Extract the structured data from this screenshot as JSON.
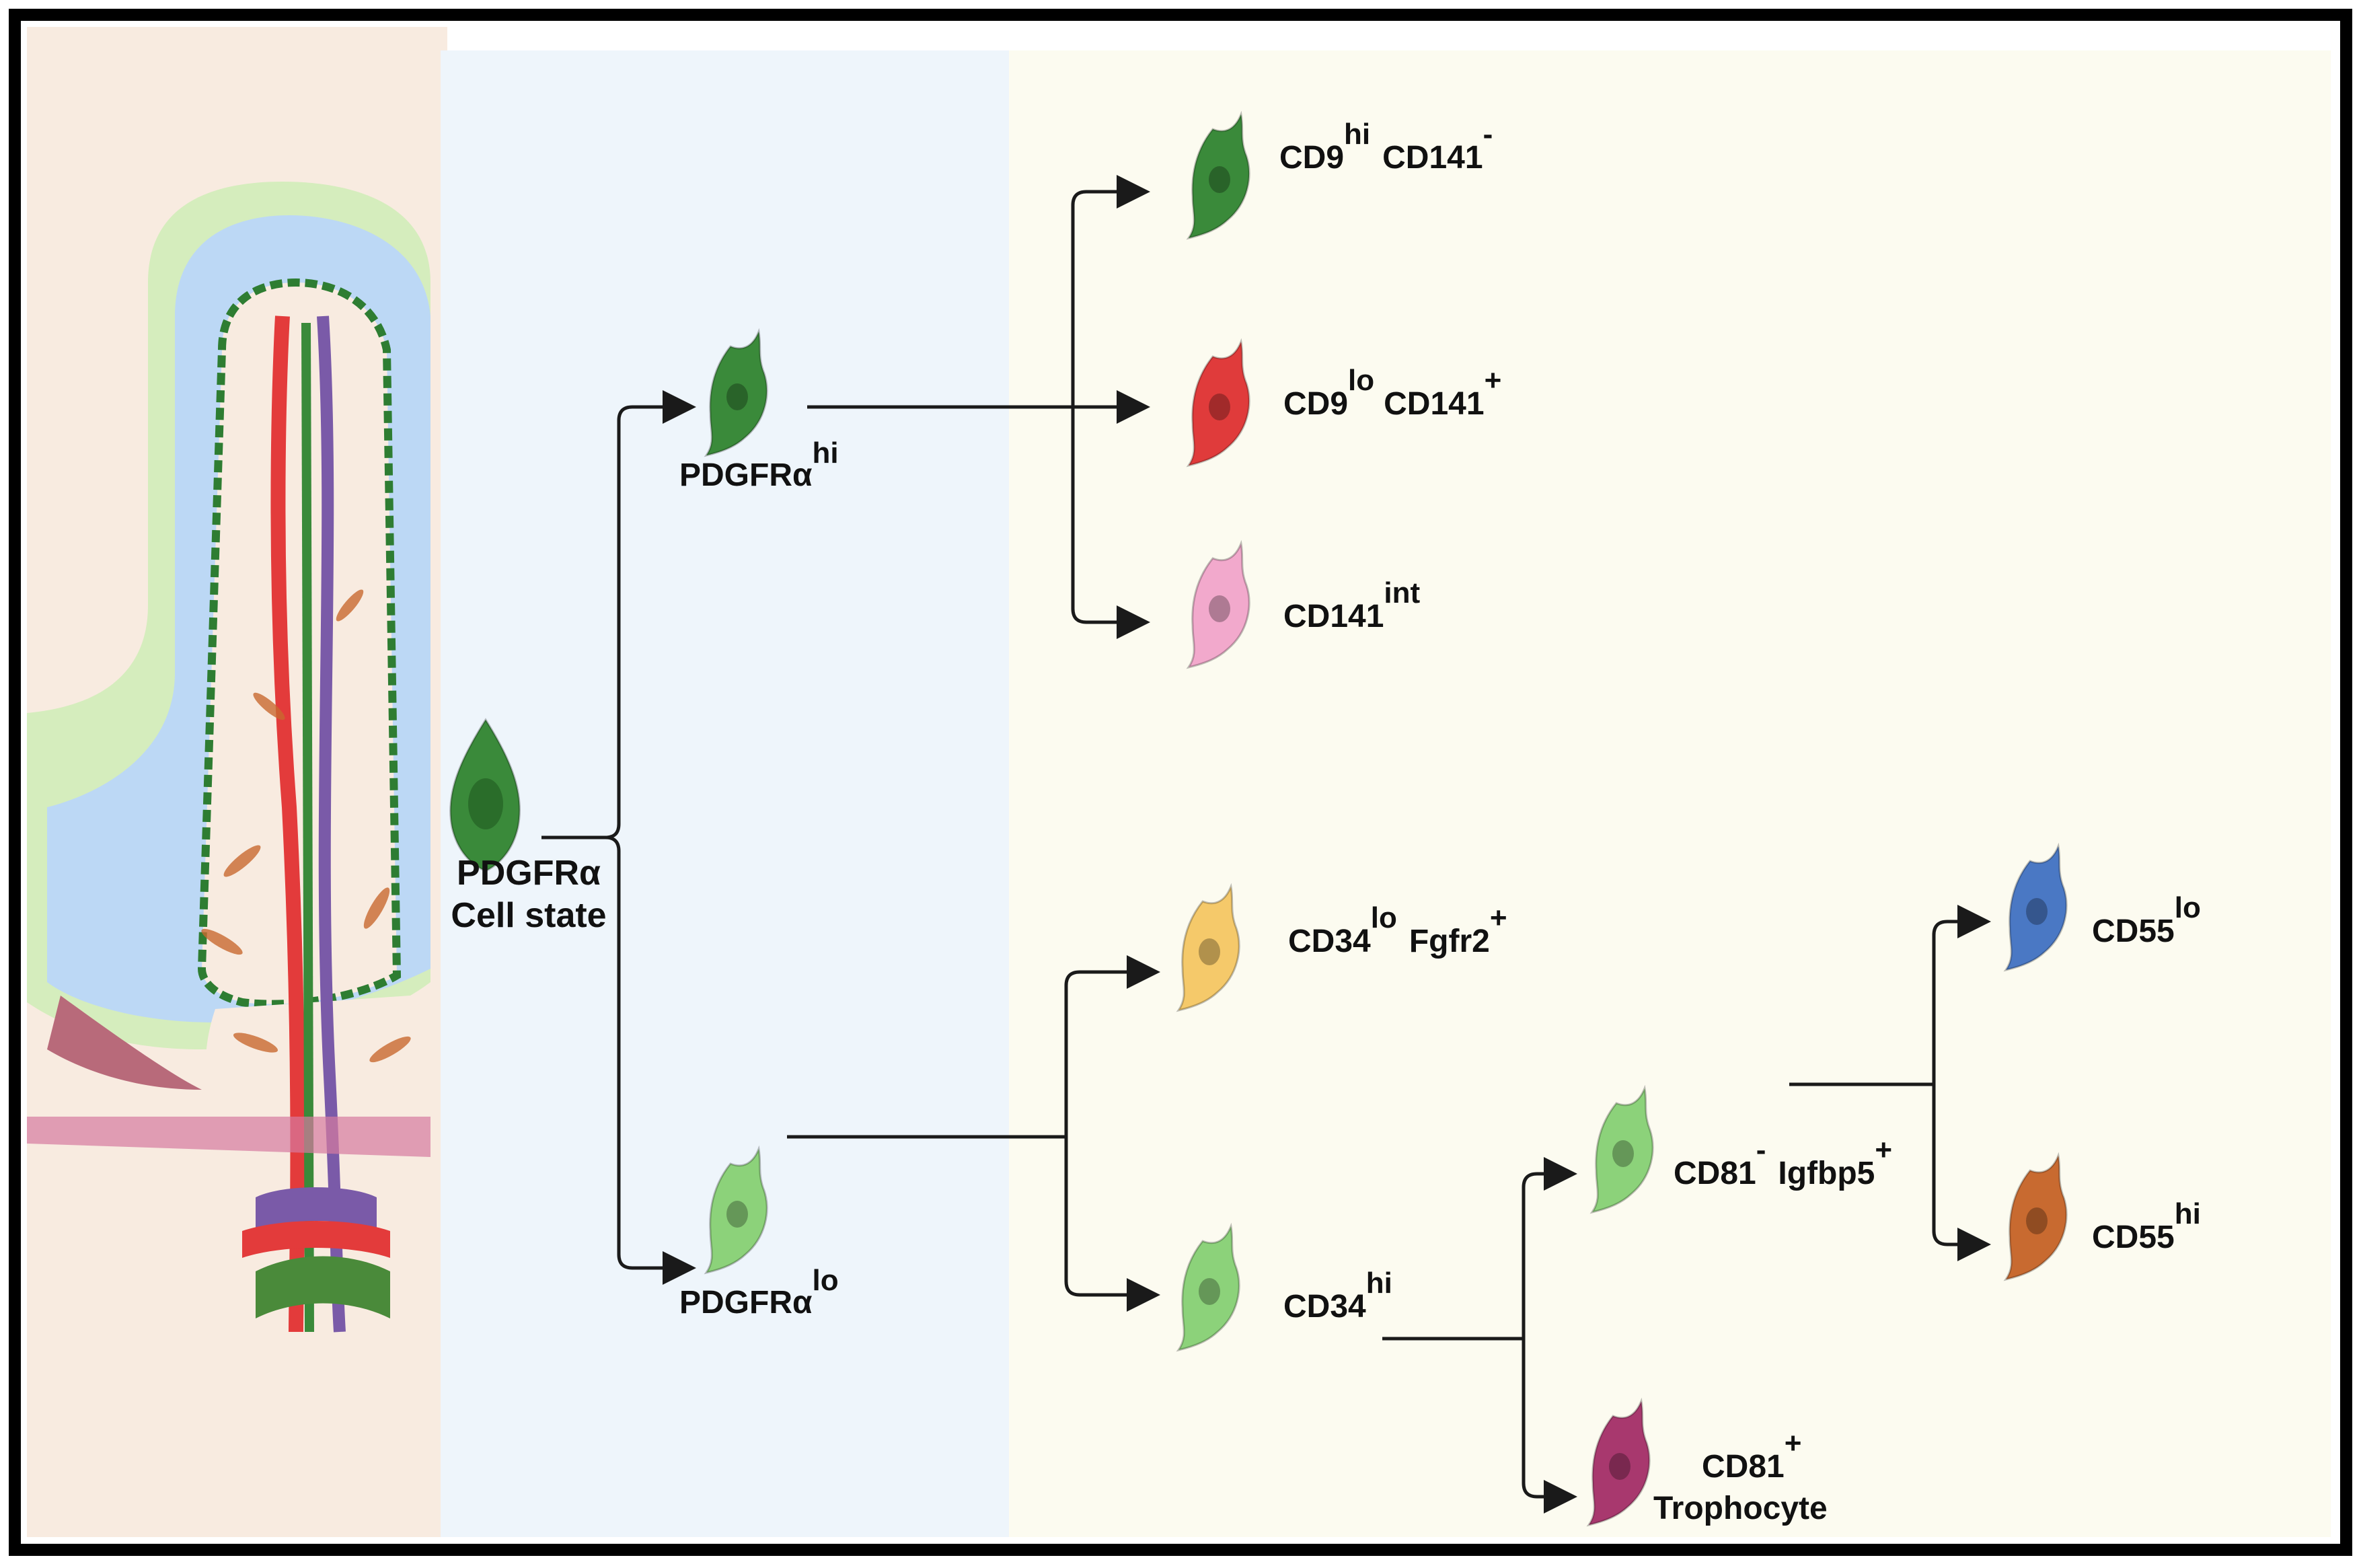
{
  "colors": {
    "frame": "#000000",
    "tissue_bg": "#f8ebe0",
    "lumen_green": "#d5edbd",
    "epithelium_blue": "#bcd8f5",
    "panel_blue": "#eef5fb",
    "panel_cream": "#fcfbf0",
    "arrow": "#1a1a1a",
    "cell_dark_green": "#3a8a3a",
    "cell_red": "#e03b3b",
    "cell_pink": "#f2a9cc",
    "cell_light_green": "#8cd27a",
    "cell_yellow": "#f5c96a",
    "cell_blue": "#4a78c4",
    "cell_orange": "#c86a30",
    "cell_magenta": "#a8386e"
  },
  "root": {
    "line1": "PDGFRα",
    "line2": "Cell state",
    "color": "#3a8a3a",
    "icon": "fibroblast-icon"
  },
  "branches": {
    "pdgfra_hi": {
      "base": "PDGFRα",
      "sup": "hi",
      "color": "#3a8a3a",
      "icon": "fibroblast-icon"
    },
    "pdgfra_lo": {
      "base": "PDGFRα",
      "sup": "lo",
      "color": "#8cd27a",
      "icon": "fibroblast-icon"
    }
  },
  "hi_subsets": [
    {
      "base1": "CD9",
      "sup1": "hi",
      "base2": "CD141",
      "sup2": "-",
      "color": "#3a8a3a"
    },
    {
      "base1": "CD9",
      "sup1": "lo",
      "base2": "CD141",
      "sup2": "+",
      "color": "#e03b3b"
    },
    {
      "base1": "CD141",
      "sup1": "int",
      "color": "#f2a9cc"
    }
  ],
  "lo_subsets": {
    "cd34lo": {
      "base1": "CD34",
      "sup1": "lo",
      "base2": "Fgfr2",
      "sup2": "+",
      "color": "#f5c96a"
    },
    "cd34hi": {
      "base1": "CD34",
      "sup1": "hi",
      "color": "#8cd27a"
    }
  },
  "cd34hi_subsets": {
    "cd81neg": {
      "base1": "CD81",
      "sup1": "-",
      "base2": "Igfbp5",
      "sup2": "+",
      "color": "#8cd27a"
    },
    "cd81pos": {
      "base1": "CD81",
      "sup1": "+",
      "line2": "Trophocyte",
      "color": "#a8386e"
    }
  },
  "cd81neg_subsets": [
    {
      "base1": "CD55",
      "sup1": "lo",
      "color": "#4a78c4"
    },
    {
      "base1": "CD55",
      "sup1": "hi",
      "color": "#c86a30"
    }
  ]
}
